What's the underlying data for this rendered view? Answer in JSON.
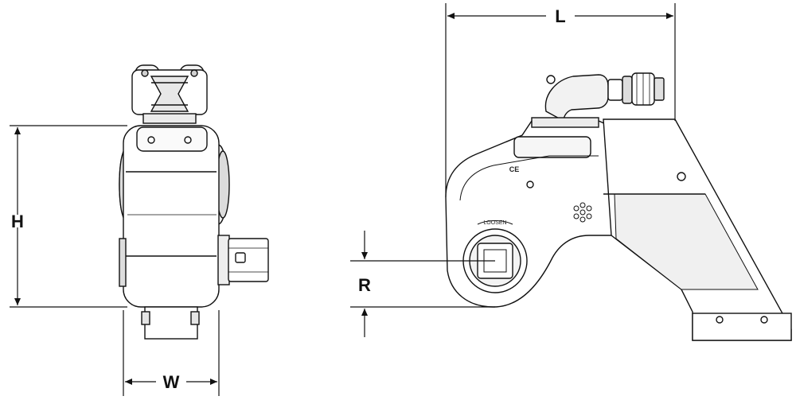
{
  "figure": {
    "dimensions": {
      "height_label": "H",
      "width_label": "W",
      "length_label": "L",
      "radius_label": "R"
    },
    "markings": {
      "loosen_label": "LOOSEN",
      "ce_mark": "CE"
    },
    "colors": {
      "line": "#111111",
      "body_fill": "#ffffff",
      "shade_fill": "#e6e6e6",
      "dark_fill": "#bdbdbd"
    }
  }
}
